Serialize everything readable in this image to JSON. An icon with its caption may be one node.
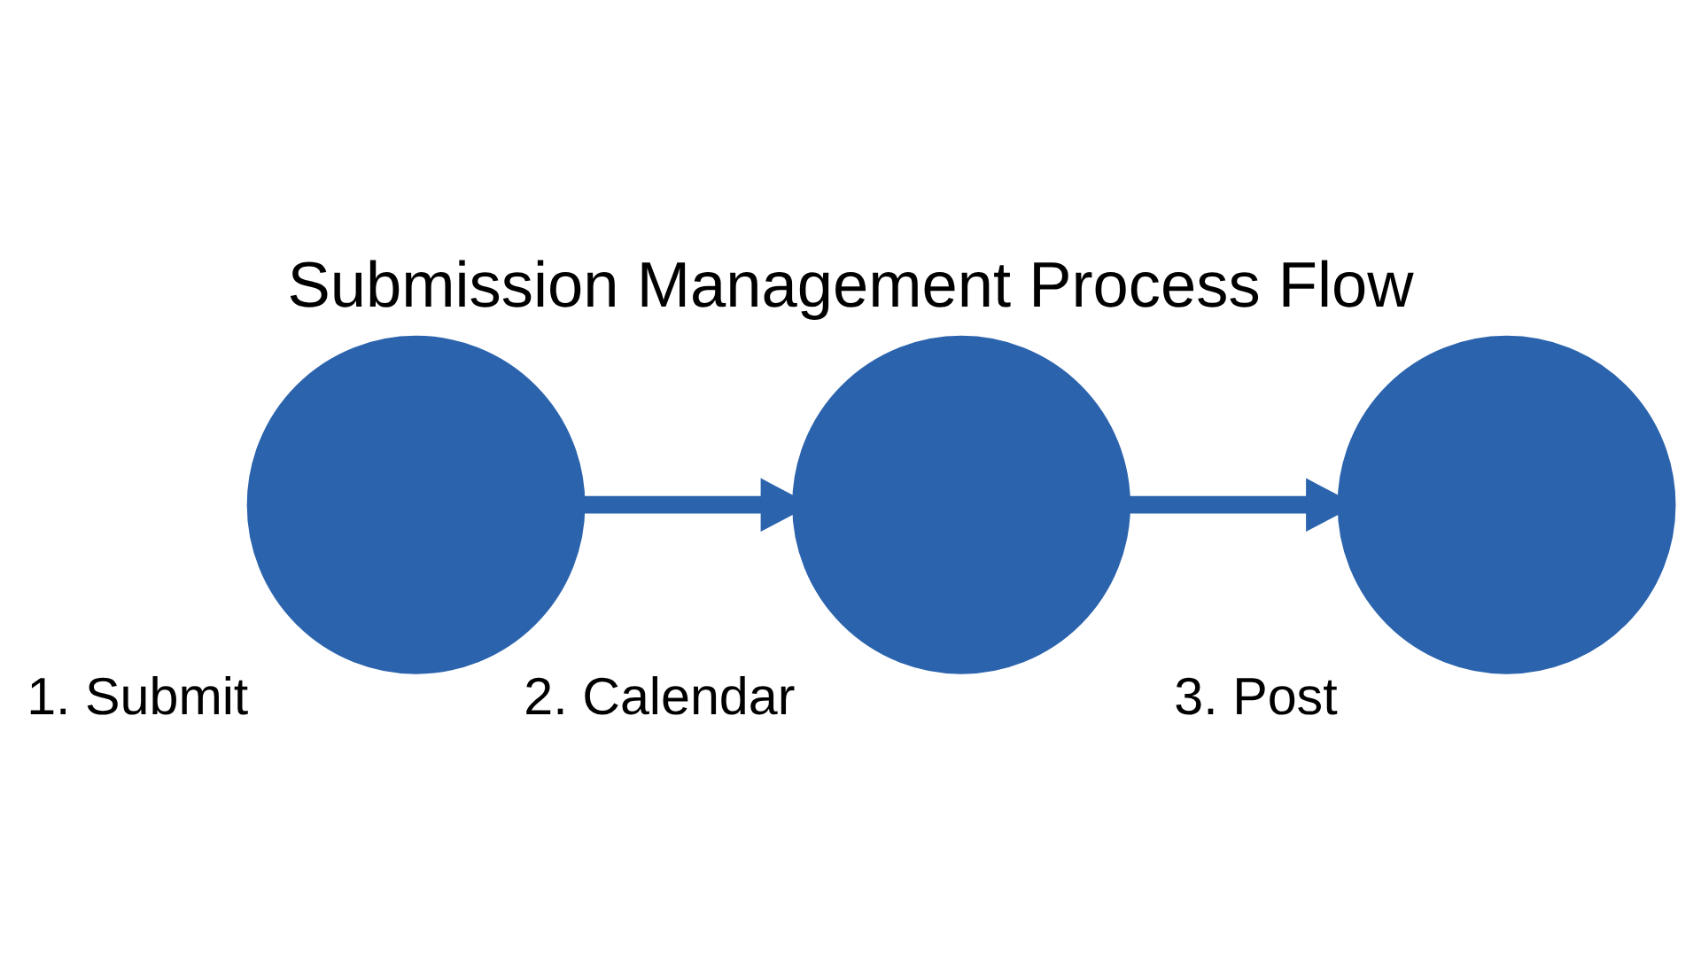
{
  "diagram": {
    "title": "Submission Management Process Flow",
    "nodes": [
      {
        "text": [
          "1. Submit"
        ]
      },
      {
        "text": [
          "2. Calendar"
        ]
      },
      {
        "text": [
          "3. Post"
        ]
      }
    ],
    "edges": [
      {
        "from": 0,
        "to": 1,
        "arrow": "to"
      },
      {
        "from": 1,
        "to": 2,
        "arrow": "to"
      }
    ]
  }
}
